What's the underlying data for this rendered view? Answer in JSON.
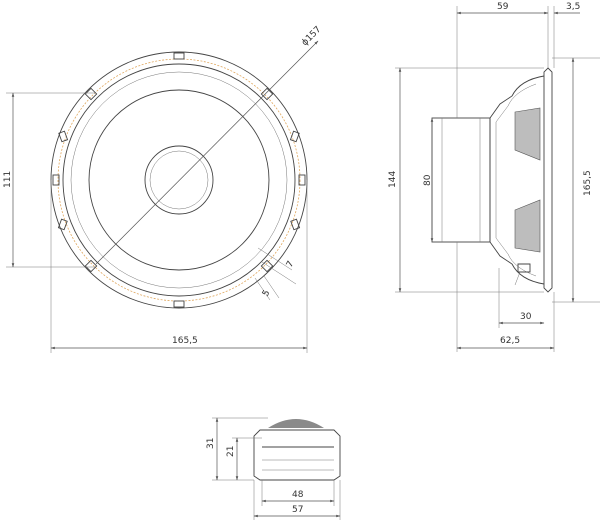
{
  "title": "",
  "colors": {
    "line": "#555555",
    "accent": "#e0a860",
    "shade": "#bdbdbd"
  },
  "front_view": {
    "dim_outer_width": "165,5",
    "dim_mount_height": "111",
    "dim_diameter": "ϕ157",
    "dim_slot_7": "7",
    "dim_slot_5": "5"
  },
  "side_view": {
    "dim_depth": "59",
    "dim_flange": "3,5",
    "dim_height_144": "144",
    "dim_magnet_80": "80",
    "dim_height_165": "165,5",
    "dim_terminal_30": "30",
    "dim_total_depth": "62,5"
  },
  "tweeter_view": {
    "dim_height_31": "31",
    "dim_height_21": "21",
    "dim_inner_48": "48",
    "dim_outer_57": "57"
  }
}
